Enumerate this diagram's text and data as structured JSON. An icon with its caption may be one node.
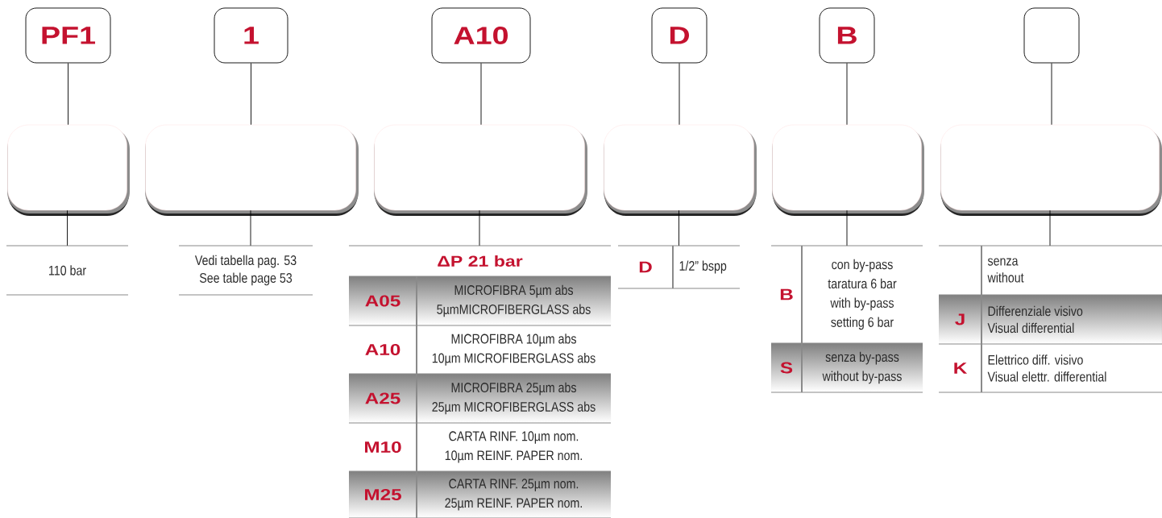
{
  "diagram": {
    "nodes": [
      {
        "text": [
          "PF1"
        ]
      },
      {
        "text": [
          "1"
        ]
      },
      {
        "text": [
          "A10"
        ]
      },
      {
        "text": [
          "D"
        ]
      },
      {
        "text": [
          "B"
        ]
      },
      {
        "text": [],
        "shape": "box"
      },
      {
        "text": [],
        "shape": "box"
      },
      {
        "text": [],
        "shape": "box"
      },
      {
        "text": [],
        "shape": "box"
      },
      {
        "text": [],
        "shape": "box"
      },
      {
        "text": [],
        "shape": "box"
      },
      {
        "text": [],
        "shape": "box"
      },
      {
        "text": [
          "110 bar"
        ]
      },
      {
        "text": [
          "Vedi tabella pag. 53",
          "See table page 53"
        ]
      },
      {
        "text": [
          "ΔP 21 bar",
          "A05",
          "MICROFIBRA 5µm abs",
          "5µmMICROFIBERGLASS abs",
          "A10",
          "MICROFIBRA 10µm abs",
          "10µm MICROFIBERGLASS abs",
          "A25",
          "MICROFIBRA 25µm abs",
          "25µm MICROFIBERGLASS abs",
          "M10",
          "CARTA RINF. 10µm nom.",
          "10µm REINF. PAPER nom.",
          "M25",
          "CARTA RINF. 25µm nom.",
          "25µm REINF. PAPER nom."
        ]
      },
      {
        "text": [
          "D",
          "1/2” bspp"
        ]
      },
      {
        "text": [
          "B",
          "con by-pass",
          "taratura 6 bar",
          "with by-pass",
          "setting 6 bar",
          "S",
          "senza by-pass",
          "without by-pass"
        ]
      },
      {
        "text": [
          "senza",
          "without",
          "J",
          "Differenziale visivo",
          "Visual differential",
          "K",
          "Elettrico diff. visivo",
          "Visual elettr. differential"
        ]
      }
    ],
    "edges": [
      {
        "from": 0,
        "to": 6,
        "arrow": "none"
      },
      {
        "from": 1,
        "to": 7,
        "arrow": "none"
      },
      {
        "from": 2,
        "to": 8,
        "arrow": "none"
      },
      {
        "from": 3,
        "to": 9,
        "arrow": "none"
      },
      {
        "from": 4,
        "to": 10,
        "arrow": "none"
      },
      {
        "from": 5,
        "to": 11,
        "arrow": "none"
      },
      {
        "from": 6,
        "to": 12,
        "arrow": "none"
      },
      {
        "from": 7,
        "to": 13,
        "arrow": "none"
      },
      {
        "from": 8,
        "to": 14,
        "arrow": "none"
      },
      {
        "from": 9,
        "to": 15,
        "arrow": "none"
      },
      {
        "from": 10,
        "to": 16,
        "arrow": "none"
      },
      {
        "from": 11,
        "to": 17,
        "arrow": "none"
      }
    ]
  }
}
